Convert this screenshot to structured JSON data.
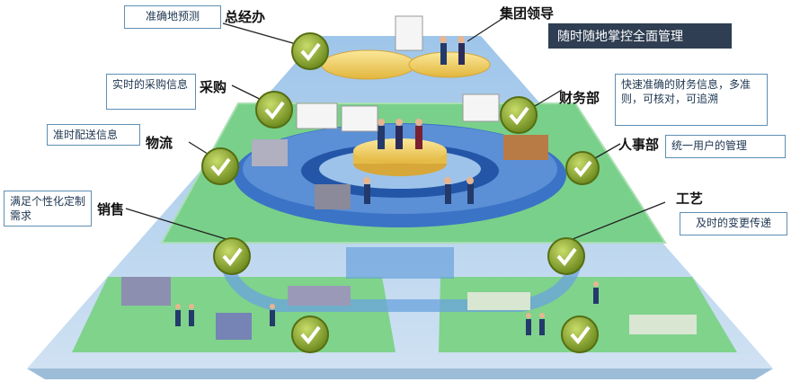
{
  "labels": {
    "general_manager": "总经办",
    "group_leader": "集团领导",
    "purchasing": "采购",
    "finance": "财务部",
    "logistics": "物流",
    "hr": "人事部",
    "sales": "销售",
    "process": "工艺"
  },
  "callouts": {
    "forecast": "准确地预测",
    "realtime_purchase": "实时的采购信息",
    "finance_info": "快速准确的财务信息，多准则，可核对，可追溯",
    "delivery": "准时配送信息",
    "unified_users": "统一用户的管理",
    "personalized": "满足个性化定制需求",
    "timely_change": "及时的变更传递"
  },
  "banner": "随时随地掌控全面管理",
  "colors": {
    "pyramid_light": "#c9ddf0",
    "pyramid_mid": "#7fb2e0",
    "ring_blue": "#3b73c6",
    "ring_inner": "#2456a8",
    "green_platform": "#7fd38b",
    "gold": "#f3d36a",
    "check_green": "#8fae2b",
    "banner_bg": "#2f3e52"
  },
  "icons": [
    "check-badge-icon"
  ]
}
